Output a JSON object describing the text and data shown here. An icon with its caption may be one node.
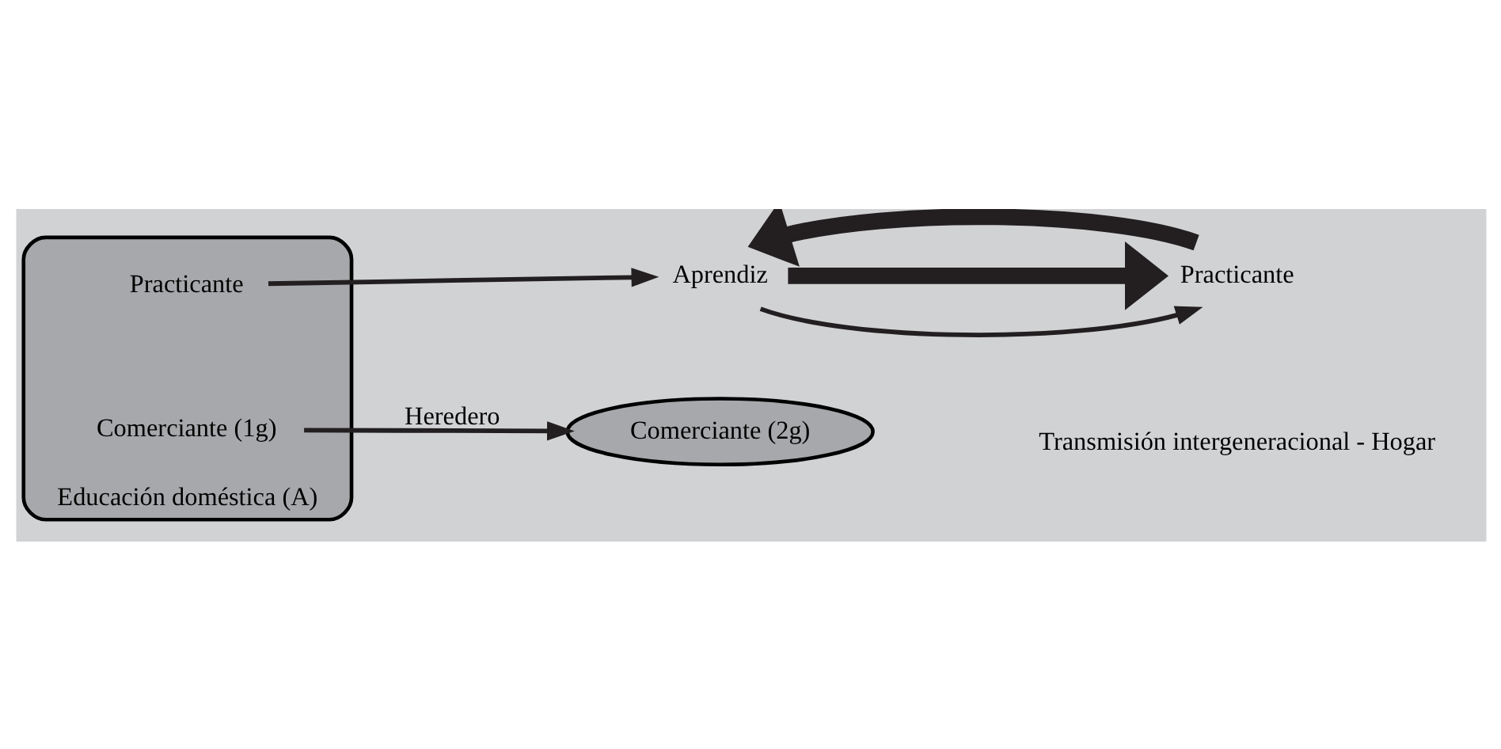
{
  "diagram": {
    "nodes": [
      {
        "text": [
          "Educación doméstica (A)"
        ]
      },
      {
        "text": [
          "Practicante"
        ],
        "in": 0
      },
      {
        "text": [
          "Comerciante (1g)"
        ],
        "in": 0
      },
      {
        "text": [
          "Aprendiz"
        ]
      },
      {
        "text": [
          "Practicante"
        ]
      },
      {
        "text": [
          "Comerciante (2g)"
        ]
      }
    ],
    "edges": [
      {
        "from": 1,
        "to": 3,
        "arrow": "to"
      },
      {
        "from": 3,
        "to": 4,
        "arrow": "to"
      },
      {
        "from": 3,
        "to": 4,
        "arrow": "to",
        "style": "thick"
      },
      {
        "from": 4,
        "to": 3,
        "arrow": "to",
        "style": "thick"
      },
      {
        "from": 2,
        "to": 5,
        "label": "Heredero",
        "arrow": "to"
      }
    ],
    "labels": [
      "Transmisión intergeneracional - Hogar"
    ]
  }
}
